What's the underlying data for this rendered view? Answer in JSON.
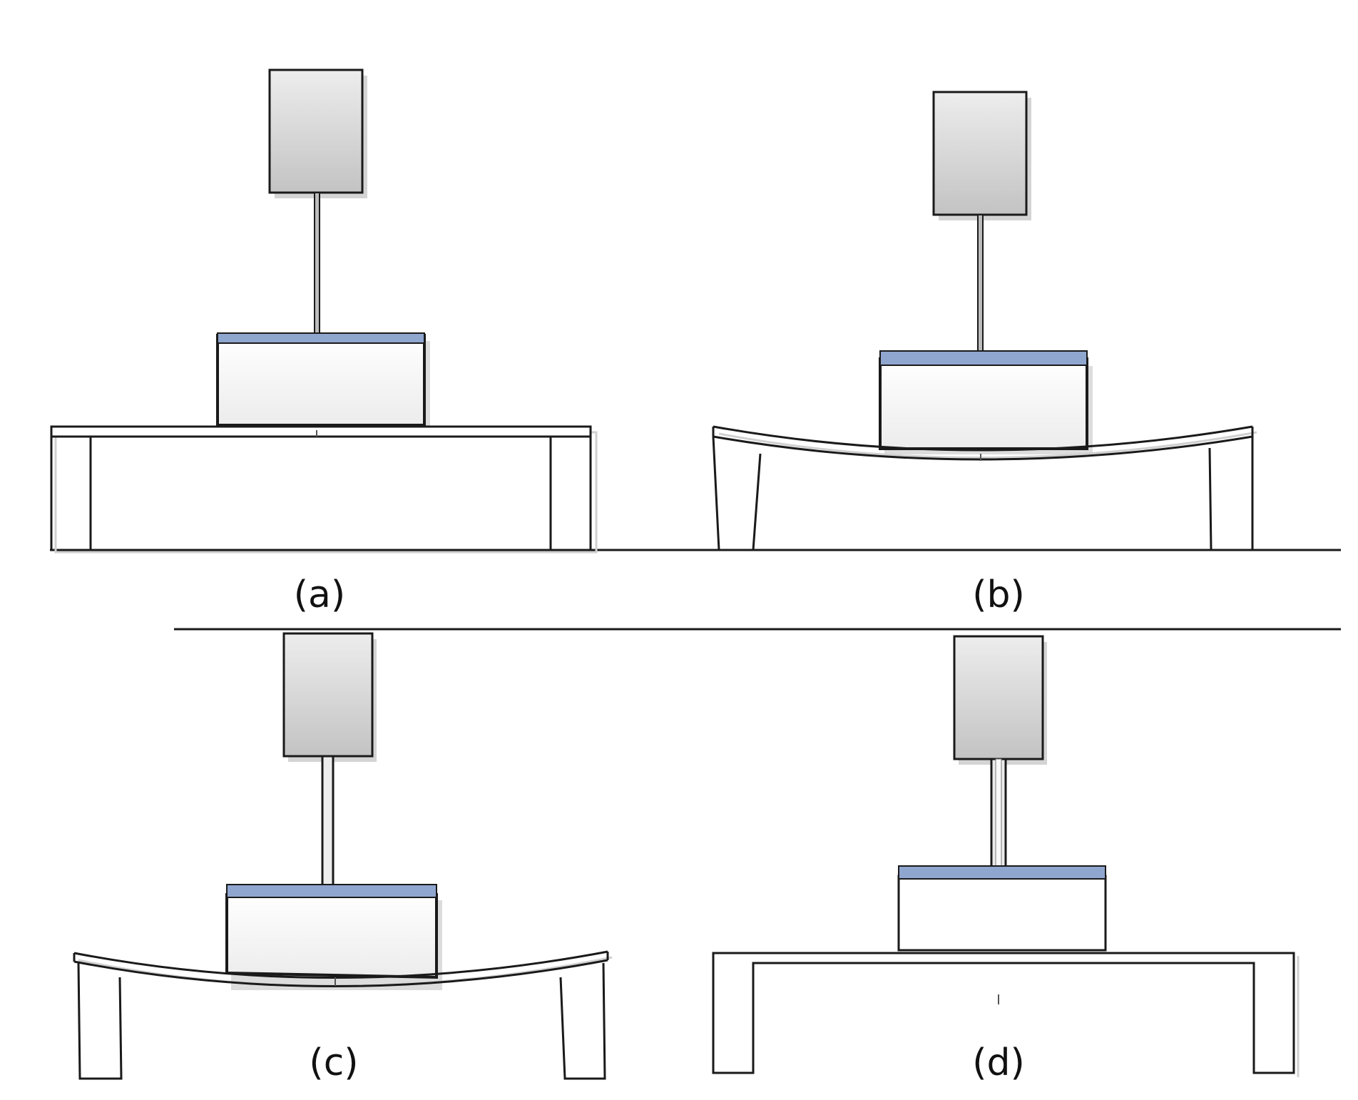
{
  "colors": {
    "background": "#ffffff",
    "stroke": "#1a1a1a",
    "shadow": "#cfcfcf",
    "weight_fill_top": "#ececec",
    "weight_fill_bottom": "#c4c4c4",
    "block_fill": "#f6f6f6",
    "plate_fill": "#8fa6cf"
  },
  "panels": [
    {
      "id": "a",
      "label": "(a)",
      "state": "weight above block, flat beam"
    },
    {
      "id": "b",
      "label": "(b)",
      "state": "weight above block, beam deflected"
    },
    {
      "id": "c",
      "label": "(c)",
      "state": "rod inserted into block, beam deflected"
    },
    {
      "id": "d",
      "label": "(d)",
      "state": "rod inserted through block, flat beam"
    }
  ]
}
